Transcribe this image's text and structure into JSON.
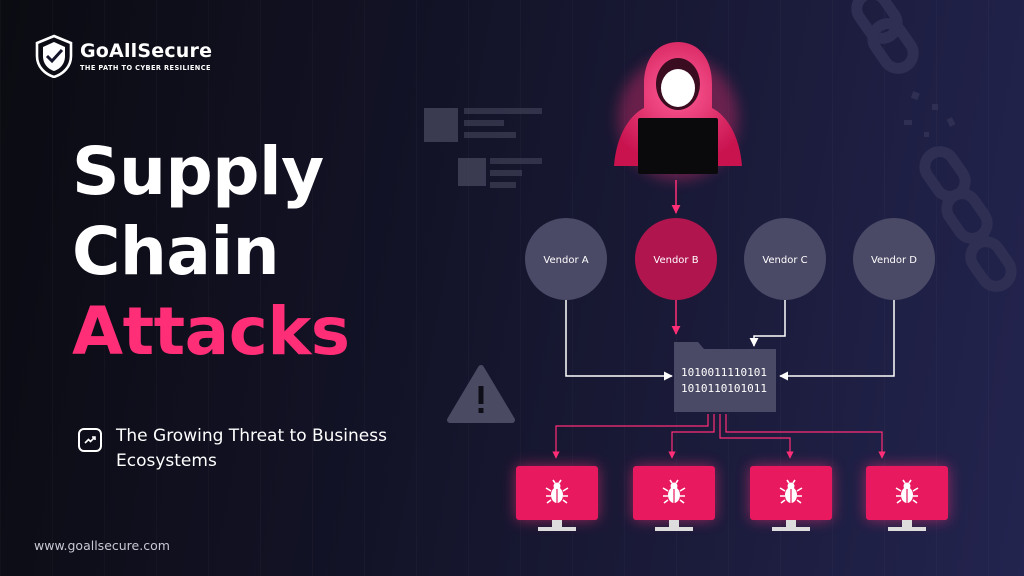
{
  "brand": {
    "name": "GoAllSecure",
    "tagline": "THE PATH TO CYBER RESILIENCE"
  },
  "headline": {
    "line1": "Supply",
    "line2": "Chain",
    "line3": "Attacks"
  },
  "subtitle": {
    "text": "The Growing Threat to Business Ecosystems",
    "icon": "trending-up-icon"
  },
  "website": "www.goallsecure.com",
  "diagram": {
    "vendors": [
      "Vendor A",
      "Vendor B",
      "Vendor C",
      "Vendor D"
    ],
    "compromised_vendor": "Vendor B",
    "binary_lines": [
      "1010011110101",
      "1010110101011"
    ],
    "endpoints_count": 4,
    "endpoint_icon": "bug-icon",
    "attacker_icon": "hooded-hacker-icon",
    "warning_icon": "warning-triangle-icon",
    "chain_icon": "broken-chain-icon"
  },
  "colors": {
    "accent": "#ff2e77",
    "vendor_gray": "#4a4a66",
    "compromised": "#b0154e",
    "background_left": "#0b0b12",
    "background_right": "#23244f"
  }
}
